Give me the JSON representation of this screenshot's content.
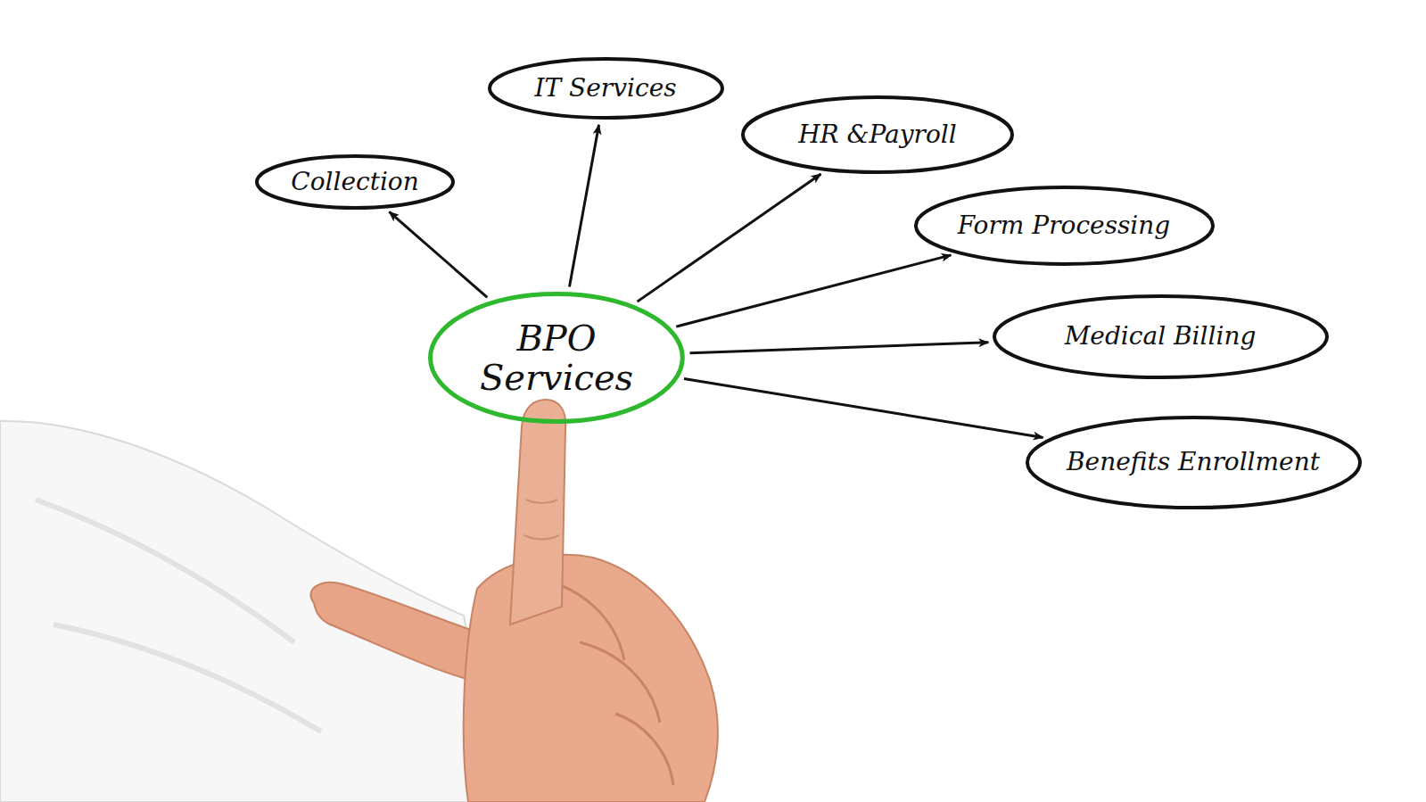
{
  "diagram": {
    "nodes": [
      {
        "text": [
          "BPO Services"
        ]
      },
      {
        "text": [
          "Collection"
        ]
      },
      {
        "text": [
          "IT Services"
        ]
      },
      {
        "text": [
          "HR &Payroll"
        ]
      },
      {
        "text": [
          "Form Processing"
        ]
      },
      {
        "text": [
          "Medical Billing"
        ]
      },
      {
        "text": [
          "Benefits Enrollment"
        ]
      }
    ],
    "edges": [
      {
        "from": 0,
        "to": 1,
        "arrow": "to"
      },
      {
        "from": 0,
        "to": 2,
        "arrow": "to"
      },
      {
        "from": 0,
        "to": 3,
        "arrow": "to"
      },
      {
        "from": 0,
        "to": 4,
        "arrow": "to"
      },
      {
        "from": 0,
        "to": 5,
        "arrow": "to"
      },
      {
        "from": 0,
        "to": 6,
        "arrow": "to"
      }
    ]
  }
}
